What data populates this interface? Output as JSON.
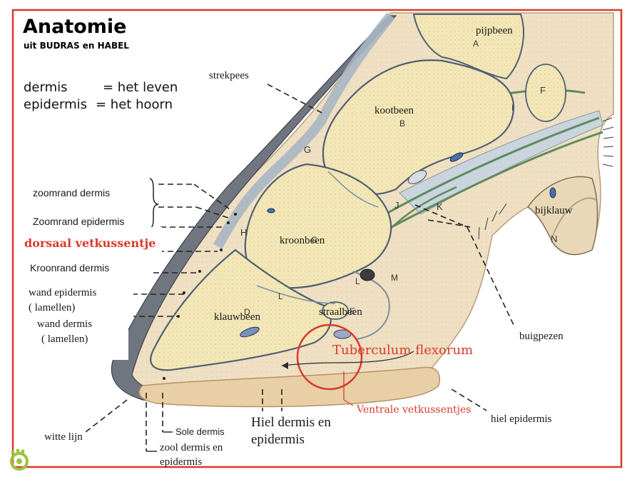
{
  "header": {
    "title": "Anatomie",
    "subtitle": "uit BUDRAS en HABEL"
  },
  "definitions": [
    {
      "term": "dermis",
      "eq": "= het leven"
    },
    {
      "term": "epidermis",
      "eq": "=  het hoorn"
    }
  ],
  "labels": {
    "pijpbeen": "pijpbeen",
    "strekpees": "strekpees",
    "kootbeen": "kootbeen",
    "zoomrand_dermis": "zoomrand  dermis",
    "zoomrand_epidermis": "Zoomrand epidermis",
    "dorsaal_vetkussentje": "dorsaal vetkussentje",
    "kroonbeen": "kroonbeen",
    "bijklauw": "bijklauw",
    "kroonrand_dermis": "Kroonrand dermis",
    "wand_epidermis_1": "wand epidermis",
    "wand_epidermis_2": "( lamellen)",
    "wand_dermis_1": "wand dermis",
    "wand_dermis_2": "( lamellen)",
    "klauwbeen": "klauwbeen",
    "straalbeen": "straalbeen",
    "buigpezen": "buigpezen",
    "tuberculum": "Tuberculum flexorum",
    "ventrale": "Ventrale vetkussentjes",
    "hiel_epidermis": "hiel epidermis",
    "witte_lijn": "witte lijn",
    "sole_dermis": "Sole dermis",
    "zool_1": "zool dermis en",
    "zool_2": "epidermis",
    "hiel_dermis_1": "Hiel dermis en",
    "hiel_dermis_2": "epidermis"
  },
  "letters": {
    "A": "A",
    "B": "B",
    "C": "C",
    "D": "D",
    "E": "E",
    "F": "F",
    "G": "G",
    "H": "H",
    "I": "I",
    "J": "J",
    "K": "K",
    "L1": "L",
    "L2": "L",
    "M": "M",
    "N": "N"
  },
  "colors": {
    "frame_red": "#d93a2b",
    "bone": "#f3e7b8",
    "tendon": "#c9d4dd",
    "skin": "#eedcc0",
    "hoof_dark": "#6f7680",
    "fat_green": "#5d8a5e"
  }
}
